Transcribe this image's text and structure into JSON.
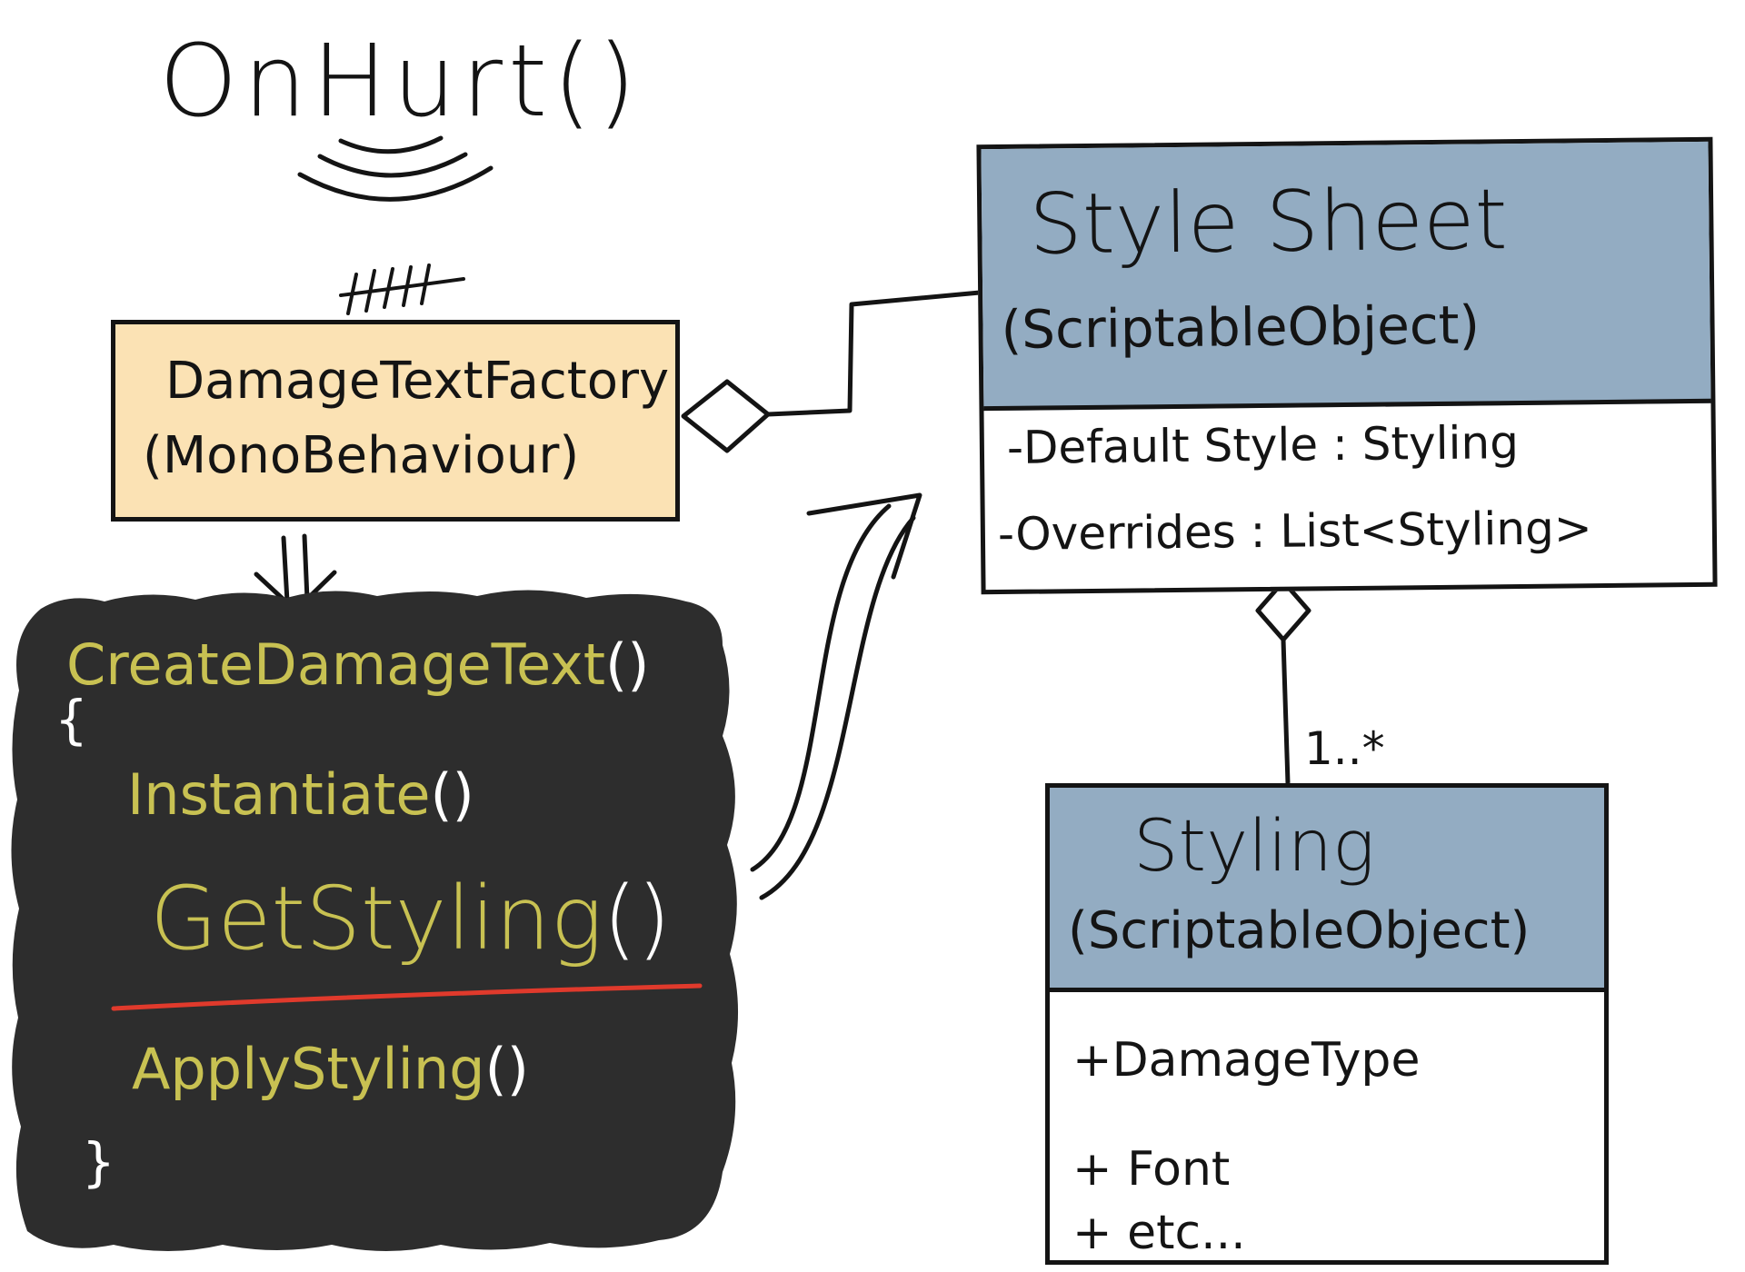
{
  "event": {
    "title": "OnHurt()"
  },
  "factory": {
    "name": "DamageTextFactory",
    "stereotype": "(MonoBehaviour)",
    "fill_color": "#fbe2b4"
  },
  "stylesheet": {
    "name": "Style Sheet",
    "stereotype": "(ScriptableObject)",
    "attributes": [
      "-Default Style :  Styling",
      "-Overrides : List<Styling>"
    ],
    "header_color": "#93acc2"
  },
  "styling": {
    "name": "Styling",
    "stereotype": "(ScriptableObject)",
    "attributes": [
      "+DamageType",
      "+ Font",
      "+ etc..."
    ],
    "header_color": "#93acc2"
  },
  "code": {
    "method": "CreateDamageText",
    "open_brace": "{",
    "calls": [
      "Instantiate",
      "GetStyling",
      "ApplyStyling"
    ],
    "parens": "()",
    "close_brace": "}",
    "background_color": "#2d2d2d",
    "text_color": "#c8c152",
    "highlight_underline_color": "#e03a2c"
  },
  "relation": {
    "multiplicity": "1..*"
  }
}
